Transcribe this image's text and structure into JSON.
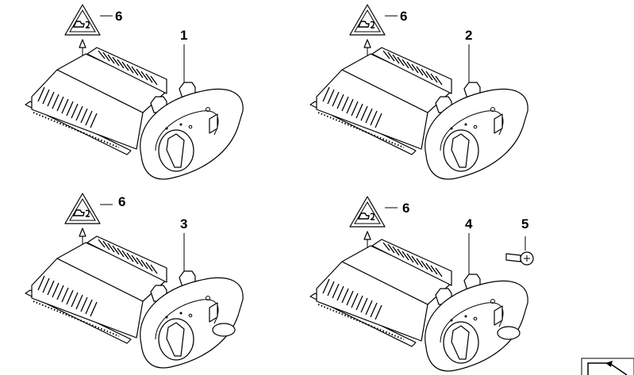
{
  "diagram": {
    "callouts": [
      {
        "id": "part-1",
        "label": "1"
      },
      {
        "id": "part-2",
        "label": "2"
      },
      {
        "id": "part-3",
        "label": "3"
      },
      {
        "id": "part-4",
        "label": "4"
      },
      {
        "id": "part-5",
        "label": "5"
      },
      {
        "id": "note-6a",
        "label": "6"
      },
      {
        "id": "note-6b",
        "label": "6"
      },
      {
        "id": "note-6c",
        "label": "6"
      },
      {
        "id": "note-6d",
        "label": "6"
      }
    ],
    "icons": [
      "warning-triangle-icon",
      "screw-icon",
      "navigate-arrow-icon"
    ]
  }
}
